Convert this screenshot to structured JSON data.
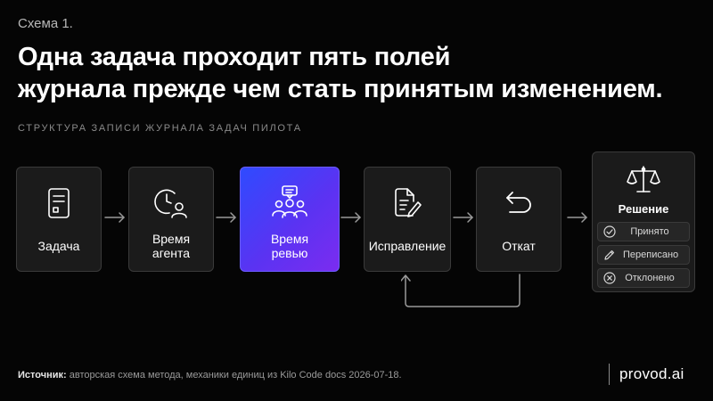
{
  "header": {
    "eyebrow": "Схема 1.",
    "title_line1": "Одна задача проходит пять полей",
    "title_line2": "журнала прежде чем стать принятым изменением.",
    "subtitle": "СТРУКТУРА ЗАПИСИ ЖУРНАЛА ЗАДАЧ ПИЛОТА"
  },
  "steps": [
    {
      "label": "Задача",
      "icon": "document-icon"
    },
    {
      "label_line1": "Время",
      "label_line2": "агента",
      "icon": "clock-person-icon"
    },
    {
      "label_line1": "Время",
      "label_line2": "ревью",
      "icon": "team-review-icon",
      "active": true
    },
    {
      "label": "Исправление",
      "icon": "edit-document-icon"
    },
    {
      "label": "Откат",
      "icon": "undo-icon"
    }
  ],
  "decision": {
    "icon": "scales-icon",
    "title": "Решение",
    "options": [
      {
        "label": "Принято",
        "icon": "check-circle-icon"
      },
      {
        "label": "Переписано",
        "icon": "pencil-icon"
      },
      {
        "label": "Отклонено",
        "icon": "x-circle-icon"
      }
    ]
  },
  "footer": {
    "source_label": "Источник:",
    "source_text": " авторская схема метода, механики единиц из Kilo Code docs 2026-07-18.",
    "brand": "provod.ai"
  },
  "colors": {
    "background": "#050505",
    "card": "#1b1b1b",
    "accent_start": "#2f4bff",
    "accent_end": "#7b2cf0"
  }
}
